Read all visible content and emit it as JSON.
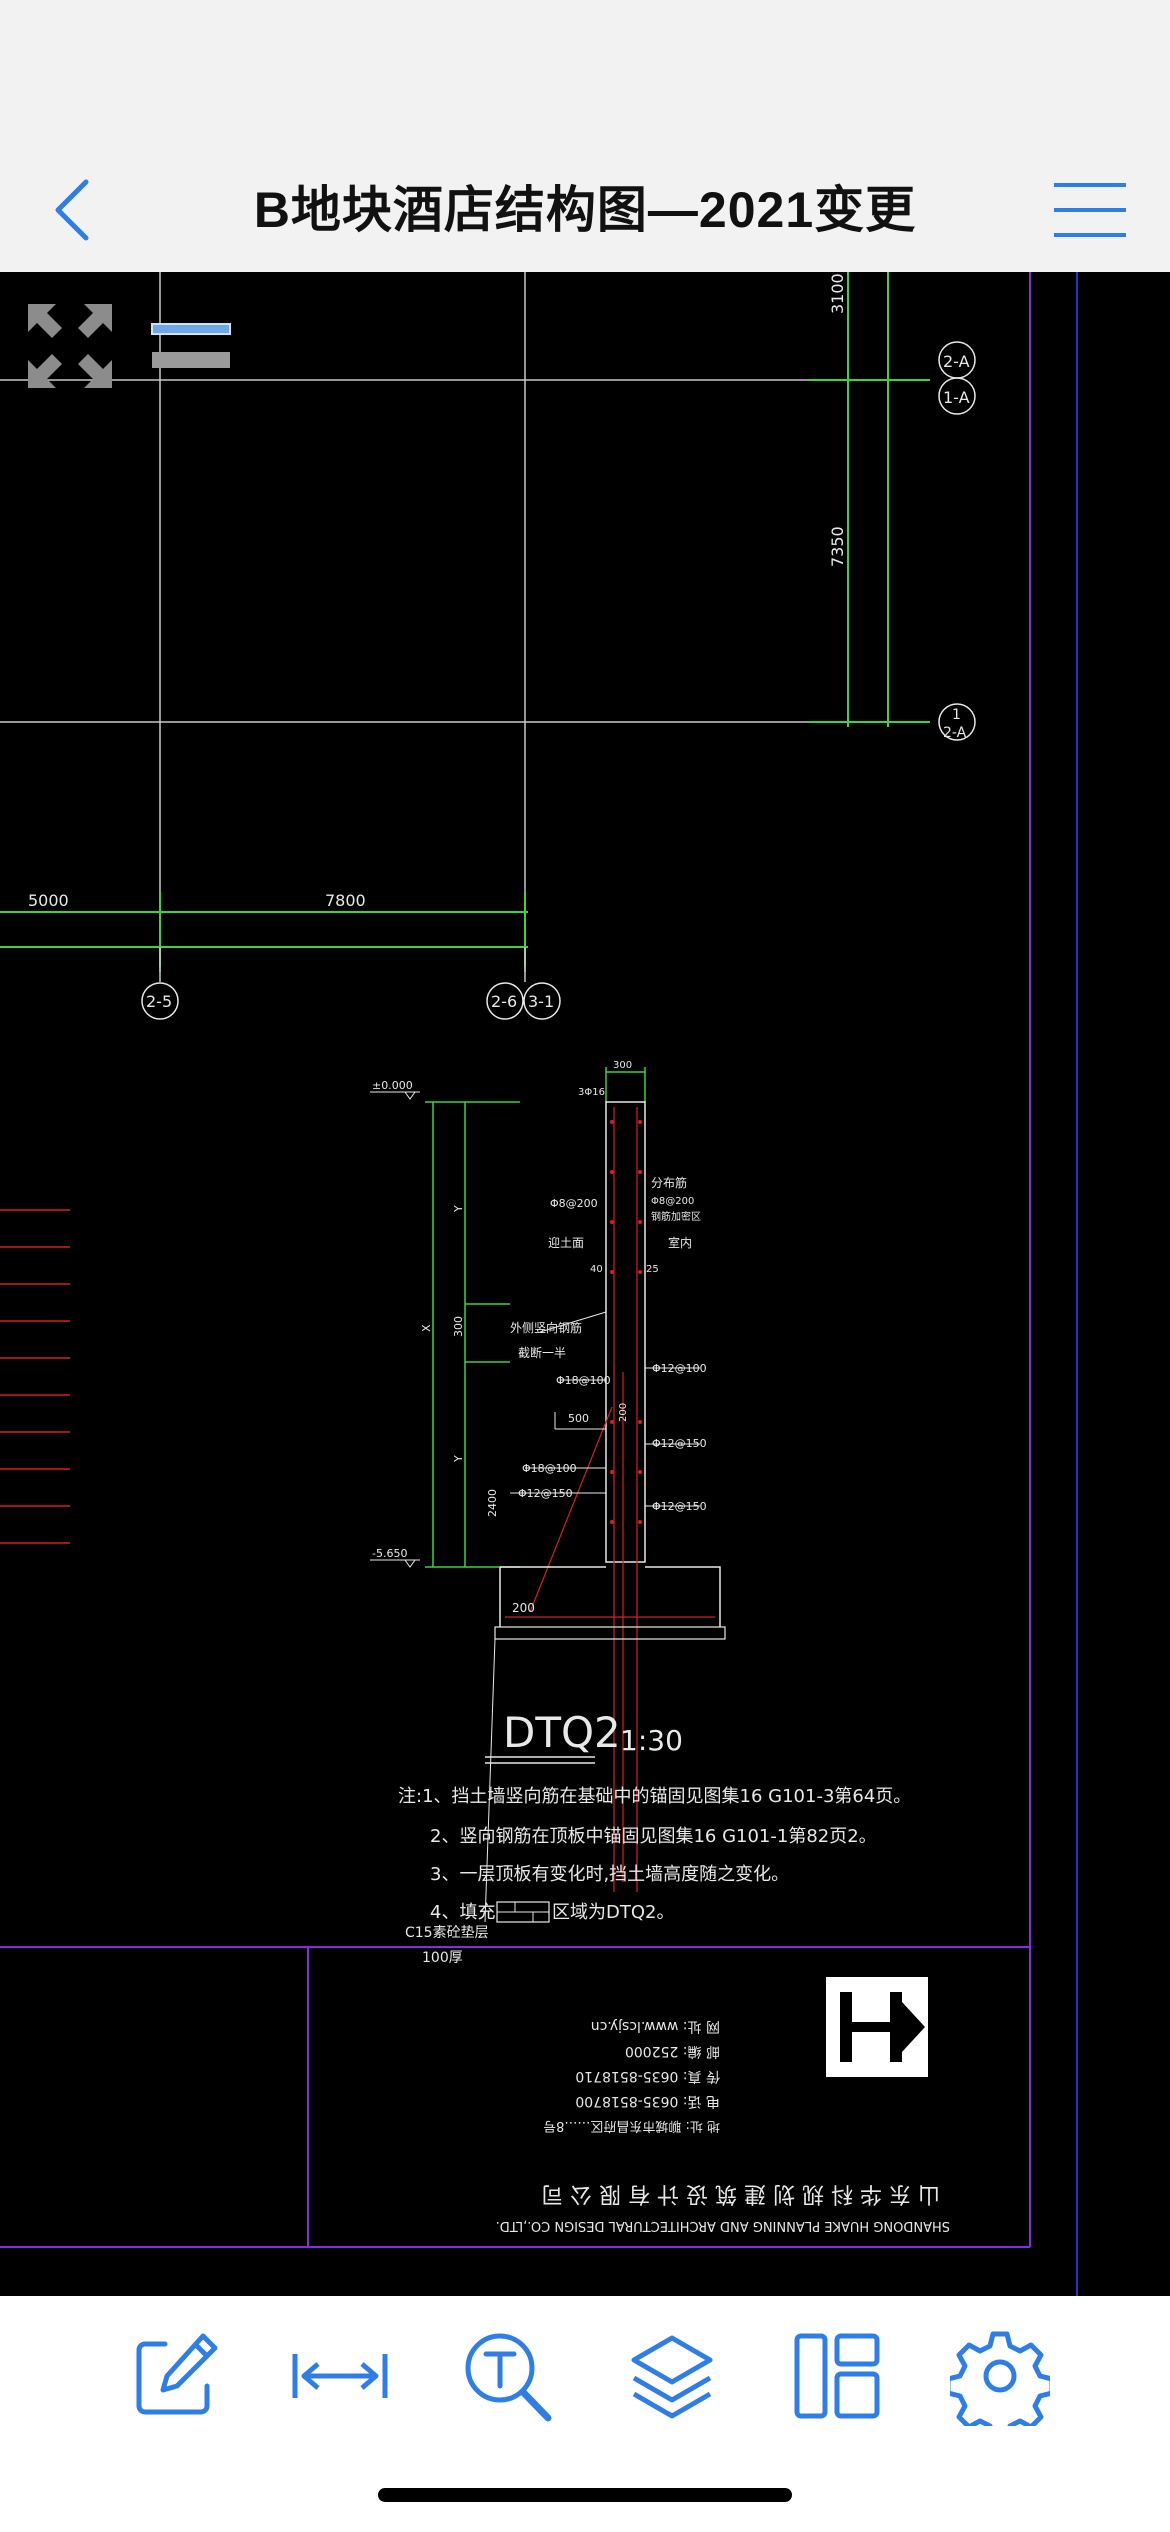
{
  "header": {
    "title": "B地块酒店结构图—2021变更"
  },
  "icons": {
    "back": "chevron-left-icon",
    "menu": "hamburger-menu-icon",
    "fullscreen": "expand-arrows-icon",
    "layers_toggle": "layer-lines-icon"
  },
  "toolbar": {
    "items": [
      {
        "icon": "edit-note-icon"
      },
      {
        "icon": "measure-icon"
      },
      {
        "icon": "text-search-icon"
      },
      {
        "icon": "layers-icon"
      },
      {
        "icon": "layout-icon"
      },
      {
        "icon": "settings-gear-icon"
      }
    ],
    "color": "#2f7ee8"
  },
  "drawing": {
    "dimensions": {
      "d3100": "3100",
      "d7350": "7350",
      "d5000": "5000",
      "d7800": "7800",
      "d300": "300"
    },
    "axes": {
      "a2a": "2-A",
      "a1a": "1-A",
      "a1": "1",
      "a2a_b": "2-A",
      "a25": "2-5",
      "a26": "2-6",
      "a31": "3-1"
    },
    "labels": {
      "elev_top": "±0.000",
      "elev_bot": "-5.650",
      "soil_face": "迎土面",
      "indoor": "室内",
      "outer_rebar": "外侧竖向钢筋",
      "cut_half": "截断一半",
      "bar1": "Φ12@100",
      "bar2": "Φ12@150",
      "bar3": "Φ18@100",
      "bar4": "Φ12@150",
      "bar5": "Φ12@150",
      "dist_bar": "分布筋",
      "d500": "500",
      "d200": "200",
      "d25": "25",
      "d40": "40",
      "c15": "C15素砼垫层",
      "c15_thick": "100厚",
      "bar_top": "3Φ16",
      "dist_bar2": "Φ8@200",
      "dist_bar3": "钢筋加密区"
    },
    "section_name": "DTQ2",
    "section_scale": "1:30",
    "notes": [
      "注:1、挡土墙竖向筋在基础中的锚固见图集16 G101-3第64页。",
      "2、竖向钢筋在顶板中锚固见图集16 G101-1第82页2。",
      "3、一层顶板有变化时,挡土墙高度随之变化。",
      "4、填充",
      "区域为DTQ2。"
    ],
    "company": {
      "web": "网 址: www.lcsjy.cn",
      "zip": "邮 编: 252000",
      "fax": "传 真: 0635-8518710",
      "tel": "电 话: 0635-8518700",
      "addr": "地 址: 聊城市东昌府区……8号",
      "name_cn": "山 东 华 科 规 划 建 筑 设 计 有 限 公 司",
      "name_en": "SHANDONG HUAKE PLANNING AND ARCHITECTURAL DESIGN CO.,LTD."
    }
  }
}
